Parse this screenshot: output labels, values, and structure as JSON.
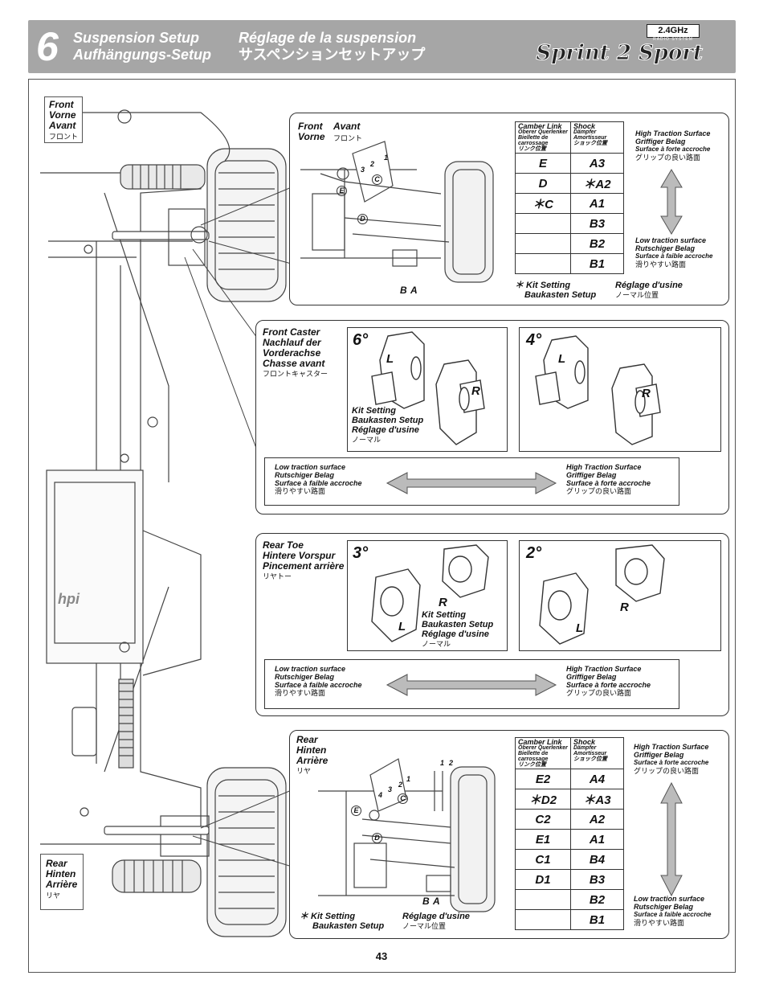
{
  "header": {
    "step": "6",
    "title_en": "Suspension Setup",
    "title_de": "Aufhängungs-Setup",
    "title_fr": "Réglage de la suspension",
    "title_jp": "サスペンションセットアップ",
    "logo_top": "2.4GHz",
    "logo_sub": "RADIO SYSTEM",
    "logo_main": "Sprint 2 Sport"
  },
  "chassis": {
    "front_label": [
      "Front",
      "Vorne",
      "Avant",
      "フロント"
    ],
    "rear_label": [
      "Rear",
      "Hinten",
      "Arrière",
      "リヤ"
    ],
    "brand": "hpi"
  },
  "front_camber": {
    "title": [
      "Front",
      "Vorne"
    ],
    "title2": [
      "Avant",
      "フロント"
    ],
    "holes": {
      "h1": "1",
      "h2": "2",
      "h3": "3",
      "C": "C",
      "E": "E",
      "D": "D",
      "B": "B",
      "A": "A"
    },
    "col1_header": [
      "Camber Link",
      "Oberer Querlenker",
      "Biellette de carrossage",
      "リンク位置"
    ],
    "col2_header": [
      "Shock",
      "Dämpfer",
      "Amortisseur",
      "ショック位置"
    ],
    "rows": [
      {
        "c1": "E",
        "c2": "A3"
      },
      {
        "c1": "D",
        "c2": "＊A2"
      },
      {
        "c1": "＊C",
        "c2": "A1"
      },
      {
        "c1": "",
        "c2": "B3"
      },
      {
        "c1": "",
        "c2": "B2"
      },
      {
        "c1": "",
        "c2": "B1"
      }
    ],
    "high": [
      "High Traction Surface",
      "Griffiger Belag",
      "Surface à forte accroche",
      "グリップの良い路面"
    ],
    "low": [
      "Low traction surface",
      "Rutschiger Belag",
      "Surface à faible accroche",
      "滑りやすい路面"
    ],
    "kit": [
      "＊ Kit Setting",
      "Baukasten Setup"
    ],
    "kit_fr": [
      "Réglage d'usine",
      "ノーマル位置"
    ]
  },
  "front_caster": {
    "title": [
      "Front Caster",
      "Nachlauf der",
      "Vorderachse",
      "Chasse avant",
      "フロントキャスター"
    ],
    "left_deg": "6°",
    "right_deg": "4°",
    "L": "L",
    "R": "R",
    "kit": [
      "Kit Setting",
      "Baukasten Setup",
      "Réglage d'usine",
      "ノーマル"
    ],
    "low": [
      "Low traction surface",
      "Rutschiger Belag",
      "Surface à faible accroche",
      "滑りやすい路面"
    ],
    "high": [
      "High Traction Surface",
      "Griffiger Belag",
      "Surface à forte accroche",
      "グリップの良い路面"
    ]
  },
  "rear_toe": {
    "title": [
      "Rear Toe",
      "Hintere Vorspur",
      "Pincement arrière",
      "リヤトー"
    ],
    "left_deg": "3°",
    "right_deg": "2°",
    "L": "L",
    "R": "R",
    "kit": [
      "Kit Setting",
      "Baukasten Setup",
      "Réglage d'usine",
      "ノーマル"
    ],
    "low": [
      "Low traction surface",
      "Rutschiger Belag",
      "Surface à faible accroche",
      "滑りやすい路面"
    ],
    "high": [
      "High Traction Surface",
      "Griffiger Belag",
      "Surface à forte accroche",
      "グリップの良い路面"
    ]
  },
  "rear_camber": {
    "title": [
      "Rear",
      "Hinten",
      "Arrière",
      "リヤ"
    ],
    "holes": {
      "h1": "1",
      "h2": "2",
      "h3": "3",
      "h4": "4",
      "t1": "1",
      "t2": "2",
      "C": "C",
      "E": "E",
      "D": "D",
      "B": "B",
      "A": "A"
    },
    "col1_header": [
      "Camber Link",
      "Oberer Querlenker",
      "Biellette de carrossage",
      "リンク位置"
    ],
    "col2_header": [
      "Shock",
      "Dämpfer",
      "Amortisseur",
      "ショック位置"
    ],
    "rows": [
      {
        "c1": "E2",
        "c2": "A4"
      },
      {
        "c1": "＊D2",
        "c2": "＊A3"
      },
      {
        "c1": "C2",
        "c2": "A2"
      },
      {
        "c1": "E1",
        "c2": "A1"
      },
      {
        "c1": "C1",
        "c2": "B4"
      },
      {
        "c1": "D1",
        "c2": "B3"
      },
      {
        "c1": "",
        "c2": "B2"
      },
      {
        "c1": "",
        "c2": "B1"
      }
    ],
    "high": [
      "High Traction Surface",
      "Griffiger Belag",
      "Surface à forte accroche",
      "グリップの良い路面"
    ],
    "low": [
      "Low traction surface",
      "Rutschiger Belag",
      "Surface à faible accroche",
      "滑りやすい路面"
    ],
    "kit": [
      "＊ Kit Setting",
      "Baukasten Setup"
    ],
    "kit_fr": [
      "Réglage d'usine",
      "ノーマル位置"
    ]
  },
  "page_number": "43"
}
